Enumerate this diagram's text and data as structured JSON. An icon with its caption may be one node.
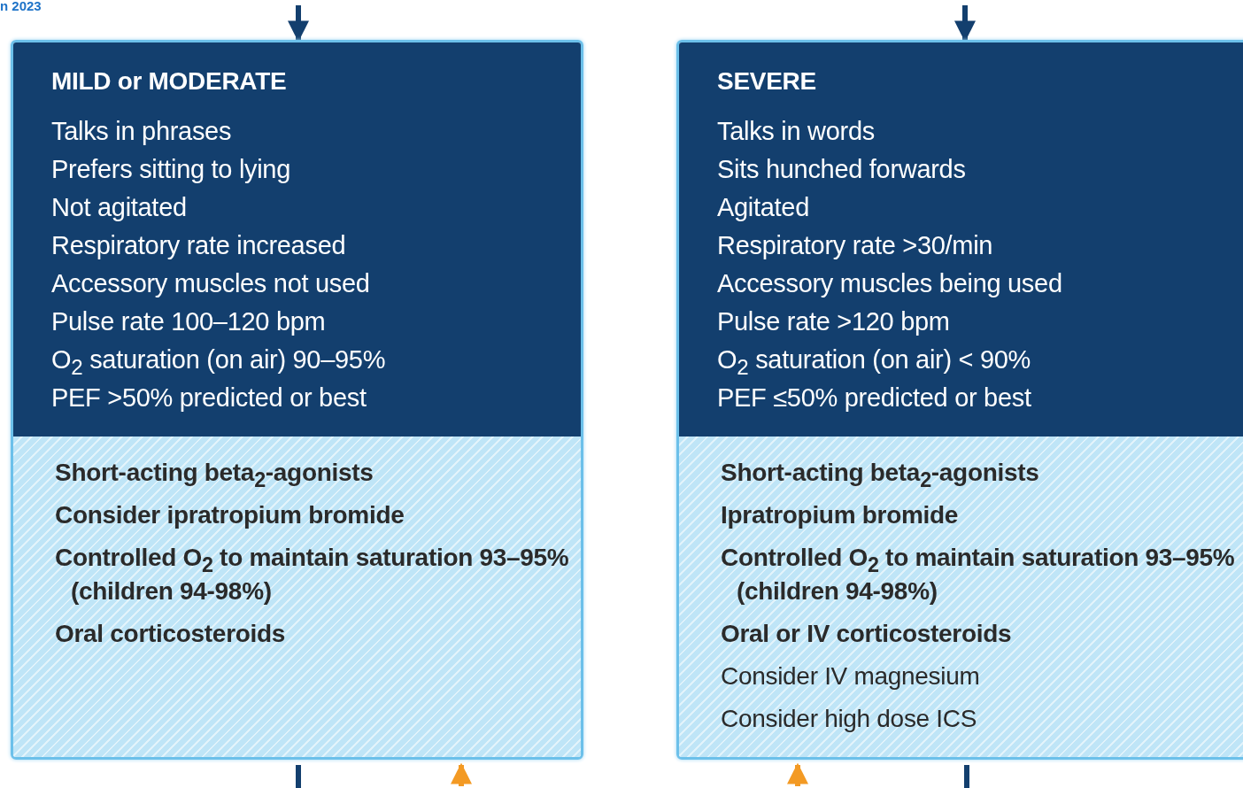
{
  "diagram": {
    "nodes": [
      {
        "text": [
          "MILD or MODERATE",
          "Talks in phrases",
          "Prefers sitting to lying",
          "Not agitated",
          "Respiratory rate increased",
          "Accessory muscles not used",
          "Pulse rate 100–120 bpm",
          "O$_{2}$ saturation (on air) 90–95%",
          "PEF >50% predicted or best"
        ]
      },
      {
        "text": [
          "**Short-acting beta$_{2}$-agonists**",
          "**Consider ipratropium bromide**",
          "**Controlled O$_{2}$ to maintain saturation 93–95% (children 94-98%)**",
          "**Oral corticosteroids**"
        ]
      },
      {
        "text": [
          "SEVERE",
          "Talks in words",
          "Sits hunched forwards",
          "Agitated",
          "Respiratory rate >30/min",
          "Accessory muscles being used",
          "Pulse rate >120 bpm",
          "O$_{2}$ saturation (on air) < 90%",
          "PEF ≤50% predicted or best"
        ]
      },
      {
        "text": [
          "**Short-acting beta$_{2}$-agonists**",
          "**Ipratropium bromide**",
          "**Controlled O$_{2}$ to maintain saturation 93–95% (children 94-98%)**",
          "**Oral or IV corticosteroids**",
          "Consider IV magnesium",
          "Consider high dose ICS"
        ]
      }
    ],
    "edges": [
      {
        "from": null,
        "to": 0,
        "arrow": "to"
      },
      {
        "from": 1,
        "to": null,
        "arrow": "none"
      },
      {
        "from": null,
        "to": 1,
        "arrow": "to",
        "color": "#f39a24"
      },
      {
        "from": null,
        "to": 2,
        "arrow": "to"
      },
      {
        "from": null,
        "to": 3,
        "arrow": "to",
        "color": "#f39a24"
      },
      {
        "from": 3,
        "to": null,
        "arrow": "none"
      }
    ],
    "labels": [
      "n 2023"
    ]
  }
}
